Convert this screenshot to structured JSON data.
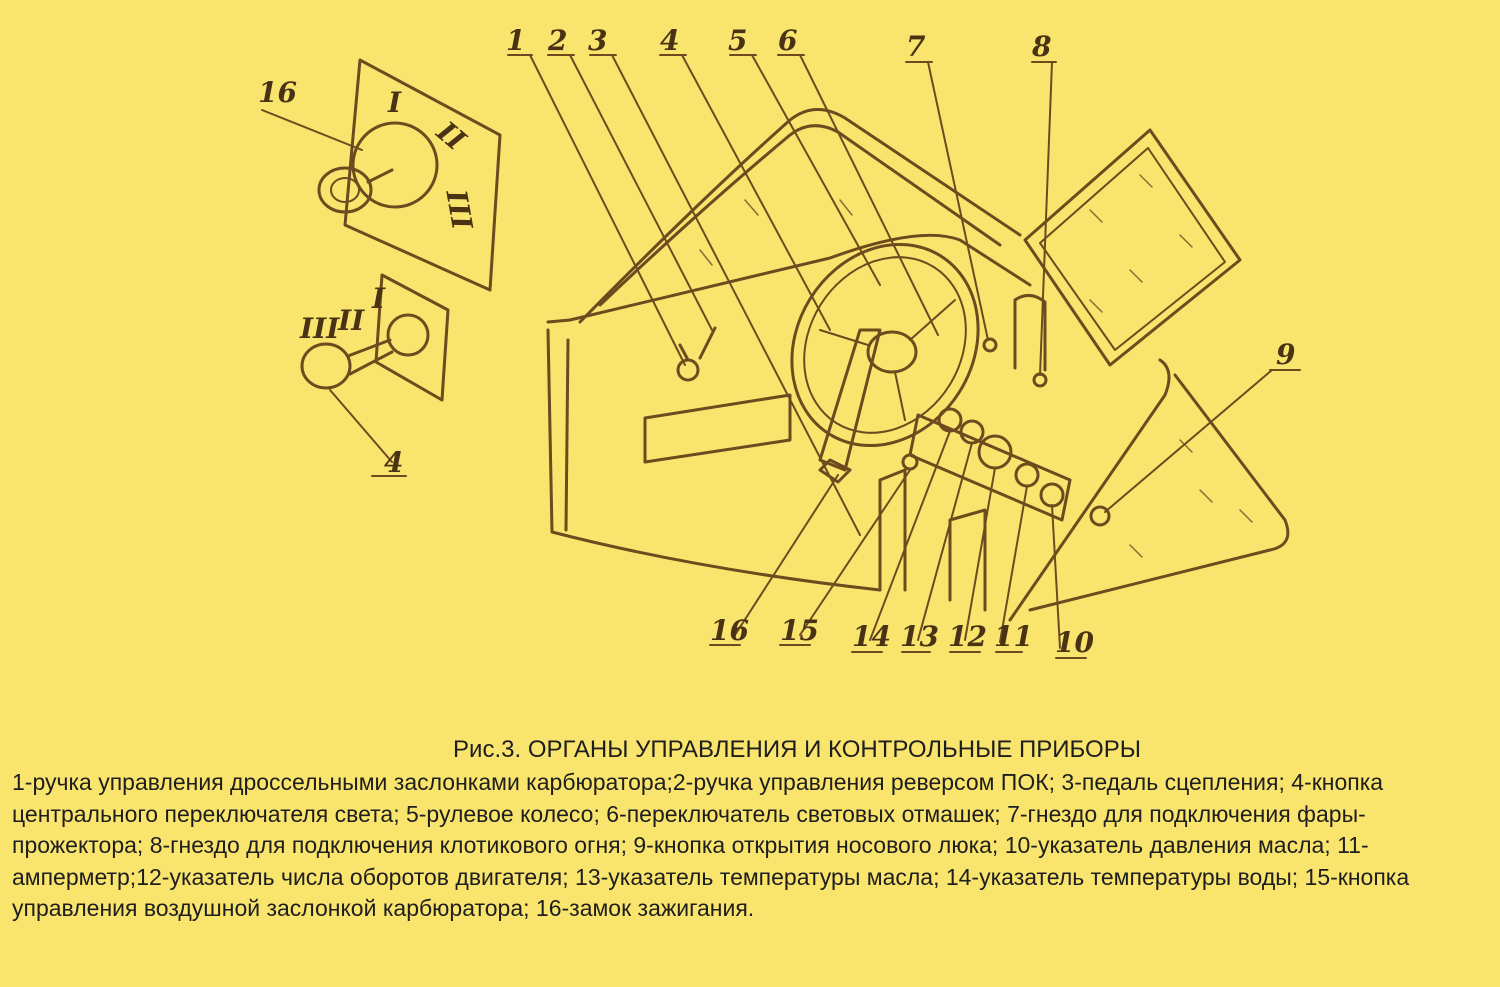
{
  "caption": {
    "title": "Рис.3. ОРГАНЫ УПРАВЛЕНИЯ  И КОНТРОЛЬНЫЕ ПРИБОРЫ",
    "legend": "1-ручка управления дроссельными заслонками карбюратора;2-ручка управления реверсом ПОК; 3-педаль сцепления; 4-кнопка центрального переключателя света; 5-рулевое колесо; 6-переключатель световых отмашек; 7-гнездо для подключения фары-прожектора; 8-гнездо для подключения клотикового огня; 9-кнопка открытия носового люка; 10-указатель давления масла; 11-амперметр;12-указатель числа оборотов двигателя; 13-указатель температуры масла; 14-указатель температуры воды; 15-кнопка управления воздушной заслонкой карбюратора; 16-замок зажигания."
  },
  "callouts": {
    "c1": "1",
    "c2": "2",
    "c3": "3",
    "c4": "4",
    "c5": "5",
    "c6": "6",
    "c7": "7",
    "c8": "8",
    "c9": "9",
    "c10": "10",
    "c11": "11",
    "c12": "12",
    "c13": "13",
    "c14": "14",
    "c15": "15",
    "c16": "16",
    "c16_inset": "16",
    "c4_inset": "4"
  },
  "switch_positions": {
    "ignition": [
      "I",
      "II",
      "III"
    ],
    "light_switch": [
      "I",
      "II",
      "III"
    ]
  },
  "colors": {
    "background": "#f9e56e",
    "ink": "#6e4a1e",
    "caption_text": "#1e1e1e"
  }
}
